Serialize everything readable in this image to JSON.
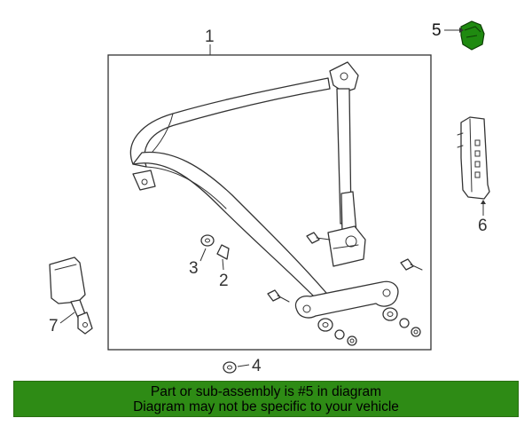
{
  "callouts": {
    "c1": "1",
    "c2": "2",
    "c3": "3",
    "c4": "4",
    "c5": "5",
    "c6": "6",
    "c7": "7"
  },
  "notice": {
    "line1": "Part or sub-assembly is #5 in diagram",
    "line2": "Diagram may not be specific to your vehicle"
  },
  "colors": {
    "highlight_part": "#1f8a10",
    "banner_background": "#2e8b15",
    "line_art": "#333333"
  },
  "highlighted_part": "5"
}
